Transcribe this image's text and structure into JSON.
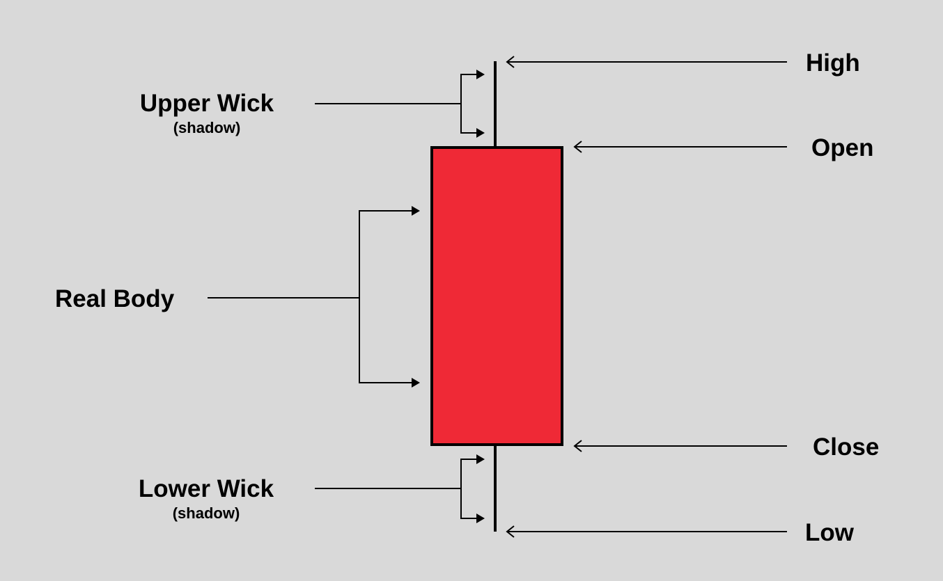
{
  "title": "Candlestick anatomy",
  "colors": {
    "background": "#d9d9d9",
    "body_fill": "#ef2936",
    "stroke": "#000000"
  },
  "left_labels": {
    "upper_wick": {
      "title": "Upper Wick",
      "subtitle": "(shadow)"
    },
    "real_body": {
      "title": "Real Body"
    },
    "lower_wick": {
      "title": "Lower Wick",
      "subtitle": "(shadow)"
    }
  },
  "right_labels": {
    "high": "High",
    "open": "Open",
    "close": "Close",
    "low": "Low"
  }
}
